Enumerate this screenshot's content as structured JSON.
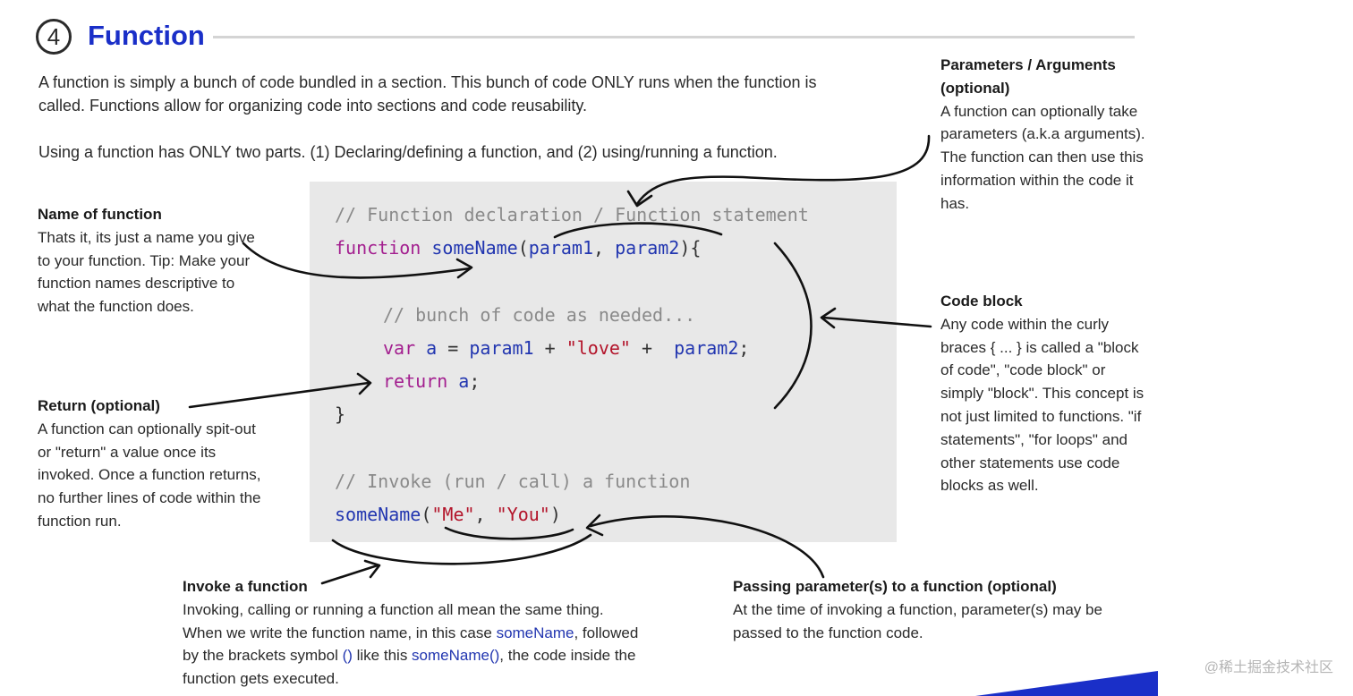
{
  "header": {
    "step_number": "4",
    "title": "Function"
  },
  "intro": {
    "p1": "A function is simply a bunch of code bundled in a section. This bunch of code ONLY runs when the function is called. Functions allow for organizing code into sections and code reusability.",
    "p2": "Using a function has ONLY two parts. (1) Declaring/defining a function, and (2) using/running a function."
  },
  "code": {
    "comment1": "// Function declaration / Function statement",
    "kw_function": "function",
    "fn_name": "someName",
    "open_paren": "(",
    "param1": "param1",
    "comma": ", ",
    "param2": "param2",
    "close_brace_open": "){",
    "comment2": "// bunch of code as needed...",
    "kw_var": "var",
    "var_a": "a",
    "eq": " = ",
    "plus1": " + ",
    "str_love": "\"love\"",
    "plus2": " +  ",
    "semi": ";",
    "kw_return": "return",
    "ret_a": "a",
    "close_brace": "}",
    "comment3": "// Invoke (run / call) a function",
    "call_name": "someName",
    "call_open": "(",
    "str_me": "\"Me\"",
    "call_comma": ", ",
    "str_you": "\"You\"",
    "call_close": ")"
  },
  "notes": {
    "name": {
      "heading": "Name of function",
      "body": "Thats it, its just a name you give to your function. Tip: Make your function names descriptive to what the function does."
    },
    "return": {
      "heading": "Return (optional)",
      "body": "A function can optionally spit-out or \"return\" a value once its invoked. Once a function returns, no further lines of code within the function run."
    },
    "params": {
      "heading": "Parameters / Arguments (optional)",
      "body": "A function can optionally take parameters (a.k.a arguments). The function can then use this information within the code it has."
    },
    "codeblock": {
      "heading": "Code block",
      "body": "Any code within the curly braces { ... } is called a \"block of code\", \"code block\" or simply \"block\". This concept is not just limited to functions. \"if statements\", \"for loops\" and other statements use code blocks as well."
    },
    "invoke": {
      "heading": "Invoke a function",
      "body1": "Invoking, calling or running a function all mean the same thing. When we write the function name, in this case ",
      "highlight1": "someName",
      "body2": ", followed by the brackets symbol ",
      "highlight2": "()",
      "body3": " like this ",
      "highlight3": "someName()",
      "body4": ", the code inside the function gets executed."
    },
    "passing": {
      "heading": "Passing parameter(s) to a function (optional)",
      "body": "At the time of invoking a function, parameter(s) may be passed to the function code."
    }
  },
  "watermark": "@稀土掘金技术社区",
  "colors": {
    "title": "#1a2fc8",
    "keyword": "#a31f8f",
    "identifier": "#2236b0",
    "string": "#b3142a",
    "comment": "#8a8a8a",
    "code_bg": "#e8e8e8"
  }
}
